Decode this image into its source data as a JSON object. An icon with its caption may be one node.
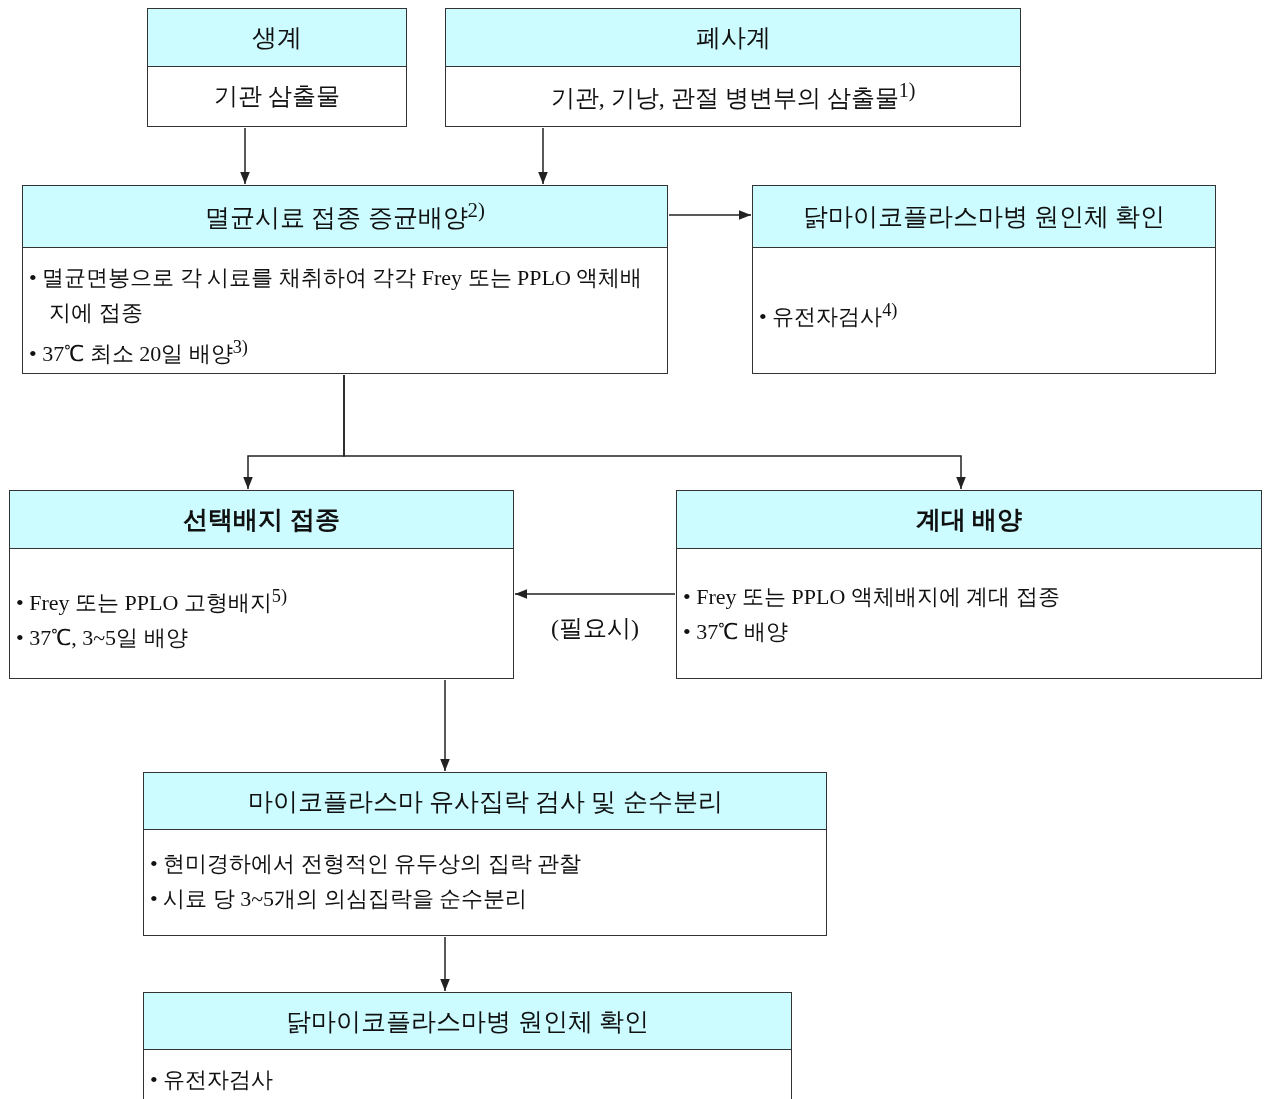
{
  "diagram": {
    "nodes": [
      {
        "text": [
          "생계",
          "기관 삼출물"
        ]
      },
      {
        "text": [
          "폐사계",
          "기관, 기낭, 관절 병변부의 삼출물$^{1)}$"
        ]
      },
      {
        "text": [
          "멸균시료 접종 증균배양$^{2)}$",
          "• 멸균면봉으로 각 시료를 채취하여 각각 Frey 또는 PPLO 액체배지에 접종",
          "• 37℃ 최소 20일 배양$^{3)}$"
        ]
      },
      {
        "text": [
          "닭마이코플라스마병 원인체 확인",
          "• 유전자검사$^{4)}$"
        ]
      },
      {
        "text": [
          "선택배지 접종",
          "• Frey 또는 PPLO 고형배지$^{5)}$",
          "• 37℃, 3~5일 배양"
        ]
      },
      {
        "text": [
          "계대 배양",
          "• Frey 또는 PPLO 액체배지에 계대 접종",
          "• 37℃ 배양"
        ]
      },
      {
        "text": [
          "마이코플라스마 유사집락 검사 및 순수분리",
          "• 현미경하에서 전형적인 유두상의 집락 관찰",
          "• 시료 당 3~5개의 의심집락을 순수분리"
        ]
      },
      {
        "text": [
          "닭마이코플라스마병 원인체 확인",
          "• 유전자검사"
        ]
      }
    ],
    "edges": [
      {
        "from": 0,
        "to": 2,
        "arrow": "to"
      },
      {
        "from": 1,
        "to": 2,
        "arrow": "to"
      },
      {
        "from": 2,
        "to": 3,
        "arrow": "to"
      },
      {
        "from": 2,
        "to": 4,
        "arrow": "to"
      },
      {
        "from": 2,
        "to": 5,
        "arrow": "to"
      },
      {
        "from": 5,
        "to": 4,
        "arrow": "to",
        "label": "(필요시)"
      },
      {
        "from": 4,
        "to": 6,
        "arrow": "to"
      },
      {
        "from": 6,
        "to": 7,
        "arrow": "to"
      }
    ]
  }
}
